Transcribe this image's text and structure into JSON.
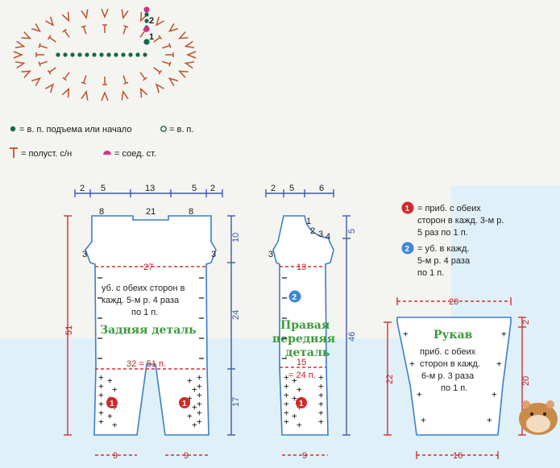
{
  "stitch_chart": {
    "row_numbers": [
      "2",
      "1"
    ]
  },
  "legend": {
    "items": [
      {
        "text": "= в. п. подъема или начало"
      },
      {
        "text": "= в. п."
      },
      {
        "text": "= полуст. с/н"
      },
      {
        "text": "= соед. ст."
      }
    ]
  },
  "back_piece": {
    "title": "Задняя деталь",
    "note": [
      "уб. с обеих сторон в",
      "кажд. 5-м р. 4 раза",
      "по 1 п."
    ],
    "top_dims": [
      "2",
      "5",
      "13",
      "5",
      "2"
    ],
    "shoulder_nums": [
      "8",
      "21",
      "8"
    ],
    "side_nums": [
      "3",
      "3"
    ],
    "width_label": "27",
    "hip_label": "32 = 51 п.",
    "bottom_dims": [
      "9",
      "9"
    ],
    "height_left": "51",
    "heights_right": [
      "10",
      "24",
      "17"
    ],
    "marker": "1"
  },
  "front_piece": {
    "title": [
      "Правая",
      "передняя",
      "деталь"
    ],
    "top_dims": [
      "2",
      "5",
      "6"
    ],
    "neck_nums": [
      "1",
      "2",
      "3",
      "4"
    ],
    "side_num": "3",
    "width_label": "13",
    "hip_label": "15",
    "hip_sub": "= 24 п.",
    "bottom_dim": "9",
    "heights_right": [
      "5",
      "46"
    ],
    "markers": [
      "2",
      "1"
    ]
  },
  "instructions": [
    {
      "marker": "1",
      "lines": [
        "= приб. с обеих",
        "сторон в кажд. 3-м р.",
        "5 раз по 1 п."
      ]
    },
    {
      "marker": "2",
      "lines": [
        "= уб. в кажд.",
        "5-м р. 4 раза",
        "по 1 п."
      ]
    }
  ],
  "sleeve": {
    "title": "Рукав",
    "note": [
      "приб. с обеих",
      "сторон в кажд.",
      "6-м р. 3 раза",
      "по 1 п."
    ],
    "top_dim": "20",
    "bottom_dim": "16",
    "left_dim": "22",
    "right_dims": [
      "2",
      "20"
    ]
  }
}
